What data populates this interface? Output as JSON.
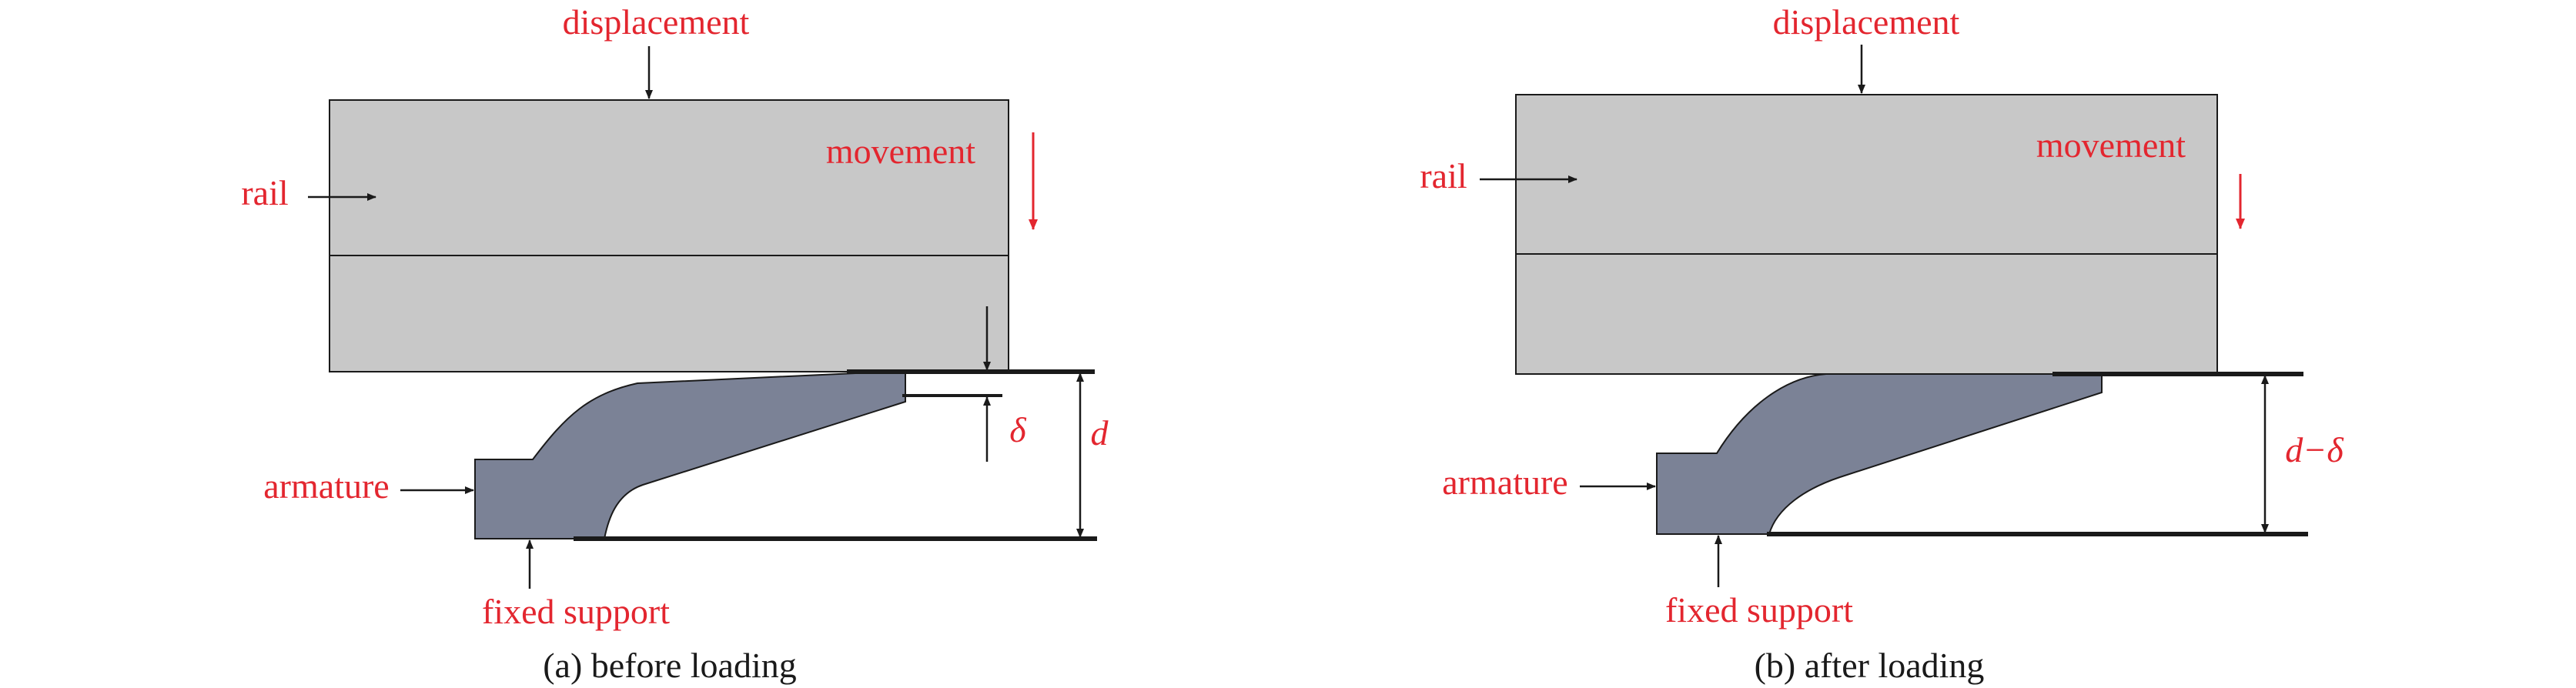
{
  "colors": {
    "label_red": "#e3262f",
    "rail_fill": "#c8c8c8",
    "armature_fill": "#7b8296",
    "stroke": "#1a1a1a"
  },
  "panels": [
    {
      "caption": "(a) before loading",
      "labels": {
        "displacement": "displacement",
        "rail": "rail",
        "movement": "movement",
        "armature": "armature",
        "fixed_support": "fixed support",
        "delta": "δ",
        "gap": "d"
      }
    },
    {
      "caption": "(b) after loading",
      "labels": {
        "displacement": "displacement",
        "rail": "rail",
        "movement": "movement",
        "armature": "armature",
        "fixed_support": "fixed support",
        "gap": "d−δ"
      }
    }
  ]
}
